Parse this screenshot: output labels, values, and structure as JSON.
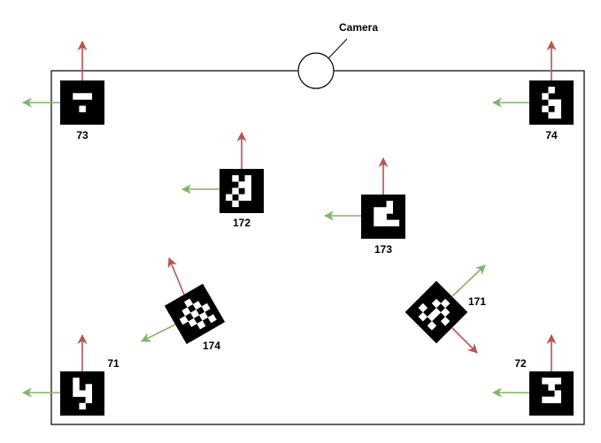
{
  "camera_label": "Camera",
  "colors": {
    "x_axis_arrow": "#b85450",
    "y_axis_arrow": "#82b366",
    "marker_fill": "#000000",
    "marker_cell": "#ffffff",
    "outline": "#000000"
  },
  "markers": [
    {
      "id": "73",
      "label": "73",
      "rotation_deg": 0,
      "pattern": [
        "11111",
        "10001",
        "11111",
        "11011",
        "11111"
      ]
    },
    {
      "id": "74",
      "label": "74",
      "rotation_deg": 0,
      "pattern": [
        "11011",
        "10111",
        "11001",
        "10101",
        "11001"
      ]
    },
    {
      "id": "172",
      "label": "172",
      "rotation_deg": 0,
      "pattern": [
        "10101",
        "11001",
        "10101",
        "01001",
        "10111"
      ]
    },
    {
      "id": "173",
      "label": "173",
      "rotation_deg": 0,
      "pattern": [
        "11101",
        "10001",
        "10011",
        "10000",
        "11111"
      ]
    },
    {
      "id": "174",
      "label": "174",
      "rotation_deg": -30,
      "pattern": [
        "11011",
        "10101",
        "01010",
        "10101",
        "11010"
      ]
    },
    {
      "id": "171",
      "label": "171",
      "rotation_deg": 45,
      "pattern": [
        "11011",
        "10101",
        "11010",
        "01011",
        "10101"
      ]
    },
    {
      "id": "71",
      "label": "71",
      "rotation_deg": 0,
      "pattern": [
        "10111",
        "10101",
        "10001",
        "11101",
        "11011"
      ]
    },
    {
      "id": "72",
      "label": "72",
      "rotation_deg": 0,
      "pattern": [
        "10001",
        "11011",
        "11101",
        "10001",
        "11111"
      ]
    }
  ]
}
